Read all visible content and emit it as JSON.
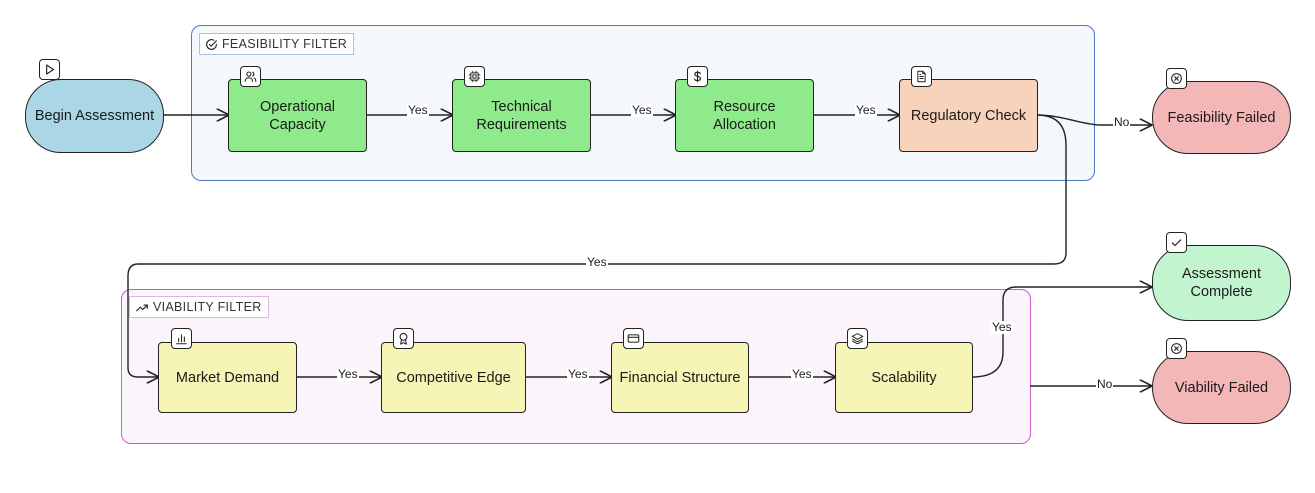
{
  "groups": {
    "feasibility": "FEASIBILITY FILTER",
    "viability": "VIABILITY FILTER"
  },
  "nodes": {
    "begin": "Begin Assessment",
    "operational": "Operational Capacity",
    "technical": "Technical Requirements",
    "resource": "Resource Allocation",
    "regulatory": "Regulatory Check",
    "feasibility_failed": "Feasibility Failed",
    "market": "Market Demand",
    "competitive": "Competitive Edge",
    "financial": "Financial Structure",
    "scalability": "Scalability",
    "assessment_complete": "Assessment Complete",
    "viability_failed": "Viability Failed"
  },
  "edges": {
    "op_tech": "Yes",
    "tech_res": "Yes",
    "res_reg": "Yes",
    "reg_fail": "No",
    "reg_market": "Yes",
    "market_comp": "Yes",
    "comp_fin": "Yes",
    "fin_scal": "Yes",
    "scal_complete": "Yes",
    "scal_fail": "No"
  },
  "icons": {
    "begin": "play-icon",
    "operational": "users-icon",
    "technical": "cpu-icon",
    "resource": "dollar-icon",
    "regulatory": "document-icon",
    "feasibility_failed": "x-circle-icon",
    "market": "bar-chart-icon",
    "competitive": "award-icon",
    "financial": "credit-card-icon",
    "scalability": "layers-icon",
    "assessment_complete": "check-icon",
    "viability_failed": "x-circle-icon"
  },
  "colors": {
    "feasibility_border": "#4a7cc4",
    "viability_border": "#c65bc9",
    "start": "#aad6e6",
    "feasibility_step": "#8eea8a",
    "regulatory": "#f8d3bb",
    "viability_step": "#f6f5b5",
    "failed": "#f4b7b7",
    "complete": "#c2f5cf"
  }
}
